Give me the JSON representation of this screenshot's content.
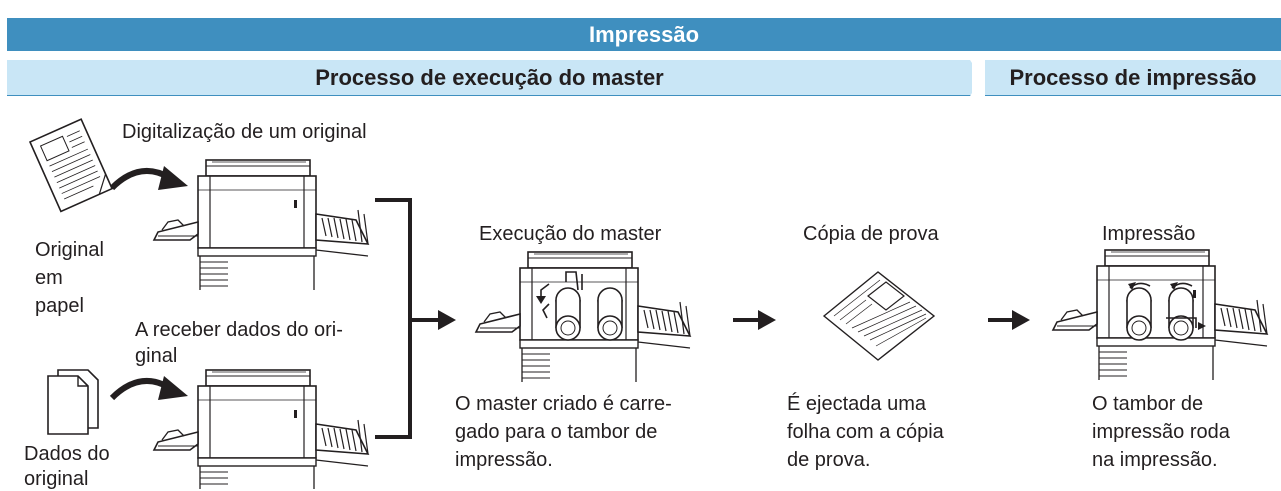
{
  "header": {
    "title": "Impressão"
  },
  "subheader": {
    "left": "Processo de execução do master",
    "right": "Processo de impressão"
  },
  "inputs": {
    "scan_title": "Digitalização de um original",
    "paper_original": [
      "Original",
      "em",
      "papel"
    ],
    "receive_title": [
      "A receber dados do ori-",
      "ginal"
    ],
    "data_original": [
      "Dados do",
      "original"
    ]
  },
  "steps": {
    "master": {
      "title": "Execução do master",
      "desc": [
        "O master criado é carre-",
        "gado para o tambor de",
        "impressão."
      ]
    },
    "proof": {
      "title": "Cópia de prova",
      "desc": [
        "É ejectada uma",
        "folha com a cópia",
        "de prova."
      ]
    },
    "printing": {
      "title": "Impressão",
      "desc": [
        "O tambor de",
        "impressão roda",
        "na impressão."
      ]
    }
  },
  "colors": {
    "header_bg": "#3f8fbf",
    "subheader_bg": "#c9e6f6",
    "text": "#231f20"
  }
}
